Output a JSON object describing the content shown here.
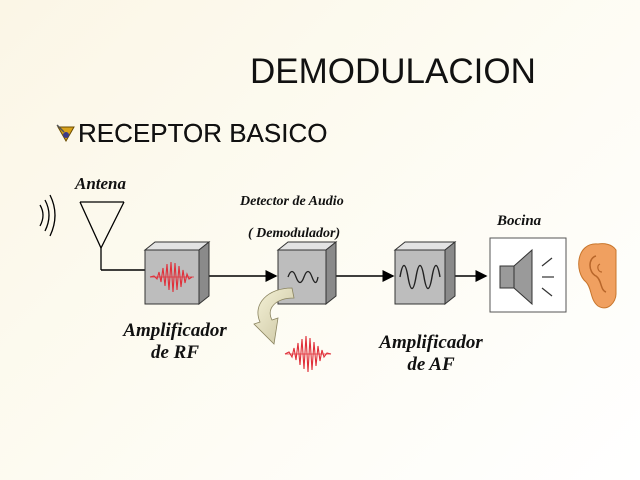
{
  "slide": {
    "title": "DEMODULACION",
    "subtitle": "RECEPTOR BASICO"
  },
  "diagram": {
    "antenna_label": "Antena",
    "detector_label_line1": "Detector de Audio",
    "detector_label_line2": "( Demodulador)",
    "speaker_label": "Bocina",
    "rf_amp_label_line1": "Amplificador",
    "rf_amp_label_line2": "de RF",
    "af_amp_label_line1": "Amplificador",
    "af_amp_label_line2": "de AF"
  },
  "colors": {
    "rf_signal": "#e0303a",
    "box_front": "#bdbdbd",
    "box_side": "#8a8a8a",
    "box_top": "#e3e3e3",
    "ear": "#f0a060"
  },
  "icons": [
    "bullet-icon",
    "antenna-icon",
    "radio-waves-icon",
    "speaker-icon",
    "ear-icon",
    "curved-arrow-icon"
  ]
}
